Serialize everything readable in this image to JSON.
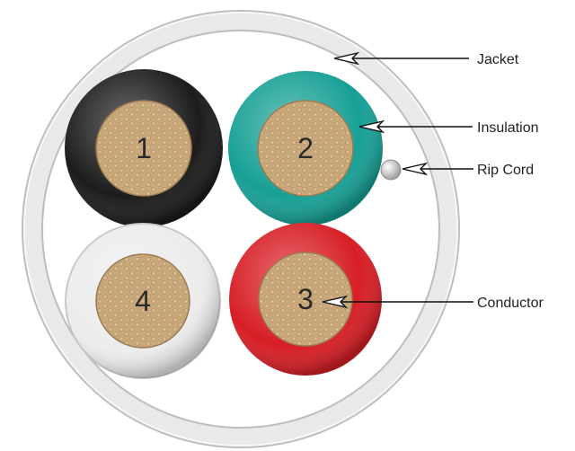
{
  "labels": {
    "jacket": "Jacket",
    "insulation": "Insulation",
    "rip_cord": "Rip Cord",
    "conductor": "Conductor"
  },
  "conductors": [
    {
      "number": "1",
      "insulation_color": "#1c1c1c"
    },
    {
      "number": "2",
      "insulation_color": "#17a095"
    },
    {
      "number": "3",
      "insulation_color": "#d71e25"
    },
    {
      "number": "4",
      "insulation_color": "#ececec"
    }
  ],
  "colors": {
    "jacket": "#e9e9e9",
    "copper": "#c9a97c",
    "leader": "#111111"
  }
}
